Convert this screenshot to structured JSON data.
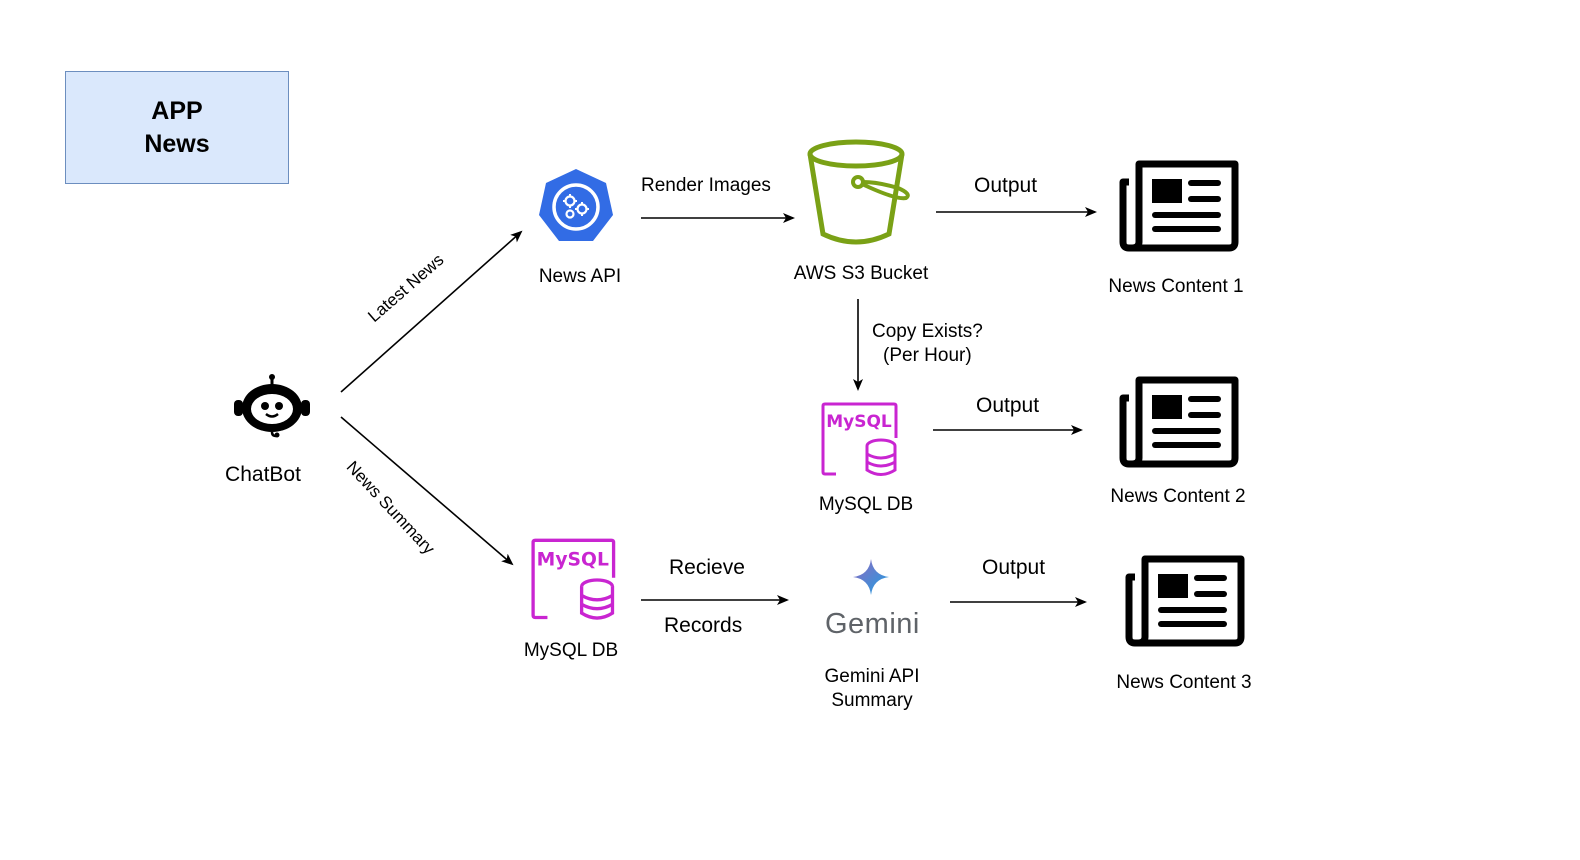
{
  "title": {
    "line1": "APP",
    "line2": "News"
  },
  "nodes": {
    "chatbot": "ChatBot",
    "news_api": "News API",
    "s3": "AWS S3 Bucket",
    "mysql_mid": "MySQL DB",
    "mysql_bottom": "MySQL DB",
    "gemini_line1": "Gemini API",
    "gemini_line2": "Summary",
    "content1": "News Content 1",
    "content2": "News Content 2",
    "content3": "News Content 3"
  },
  "edges": {
    "latest_news": "Latest News",
    "news_summary": "News Summary",
    "render_images": "Render Images",
    "output1": "Output",
    "copy_exists_line1": "Copy Exists?",
    "copy_exists_line2": "(Per Hour)",
    "output2": "Output",
    "recieve": "Recieve",
    "records": "Records",
    "output3": "Output"
  },
  "icon_text": {
    "mysql": "MySQL",
    "gemini": "Gemini"
  },
  "colors": {
    "title_fill": "#dae8fc",
    "title_stroke": "#6c8ebf",
    "kubernetes_blue": "#326ce5",
    "s3_green": "#7aa116",
    "mysql_magenta": "#c925d1",
    "gemini_blue": "#4a90e2"
  },
  "icons": [
    "robot-icon",
    "kubernetes-api-icon",
    "s3-bucket-icon",
    "mysql-db-icon",
    "gemini-sparkle-icon",
    "newspaper-icon"
  ]
}
